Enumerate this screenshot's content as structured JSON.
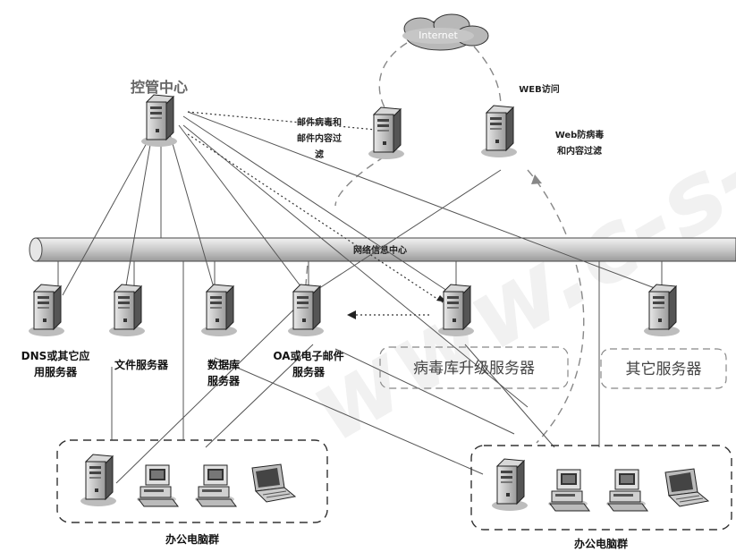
{
  "watermark": "www.c-s-",
  "internet_label": "Internet",
  "control_center": "控管中心",
  "web_access": "WEB访问",
  "mail_filter": [
    "邮件病毒和",
    "邮件内容过",
    "滤"
  ],
  "web_filter": [
    "Web防病毒",
    "和内容过滤"
  ],
  "network_center": "网络信息中心",
  "servers": {
    "dns": [
      "DNS或其它应",
      "用服务器"
    ],
    "file": "文件服务器",
    "database": [
      "数据库",
      "服务器"
    ],
    "mail": [
      "OA或电子邮件",
      "服务器"
    ],
    "virus_update": "病毒库升级服务器",
    "other": "其它服务器"
  },
  "office_left": "办公电脑群",
  "office_right": "办公电脑群"
}
